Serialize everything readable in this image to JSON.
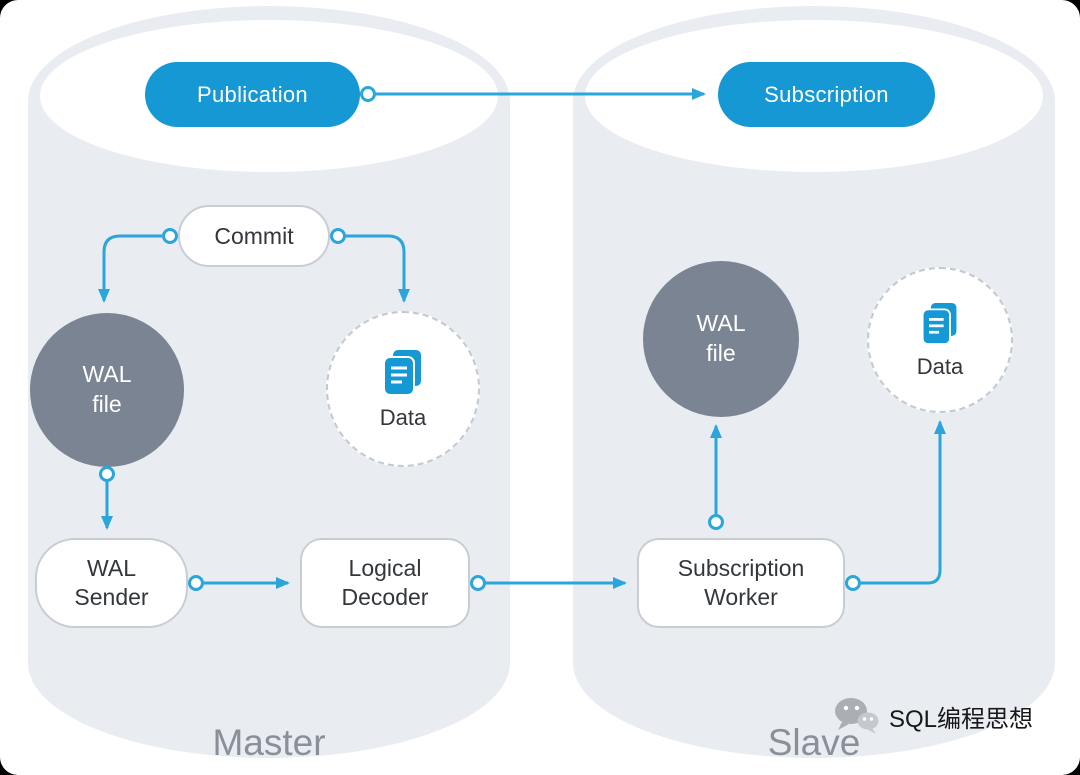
{
  "master": {
    "label": "Master",
    "publication_label": "Publication",
    "commit_label": "Commit",
    "wal_file": {
      "line1": "WAL",
      "line2": "file"
    },
    "data_label": "Data",
    "wal_sender": {
      "line1": "WAL",
      "line2": "Sender"
    },
    "logical_decoder": {
      "line1": "Logical",
      "line2": "Decoder"
    }
  },
  "slave": {
    "label": "Slave",
    "subscription_label": "Subscription",
    "wal_file": {
      "line1": "WAL",
      "line2": "file"
    },
    "data_label": "Data",
    "subscription_worker": {
      "line1": "Subscription",
      "line2": "Worker"
    }
  },
  "watermark": {
    "label": "SQL编程思想",
    "icon": "wechat-icon"
  },
  "icons": {
    "document_icon": "document-pages-icon"
  },
  "colors": {
    "accent_blue": "#1598d4",
    "arrow_blue": "#2ba5da",
    "gray_node": "#7b8492",
    "cylinder_bg": "#e9edf2",
    "dashed_border": "#c3c9d0",
    "label_gray": "#8a9099"
  }
}
